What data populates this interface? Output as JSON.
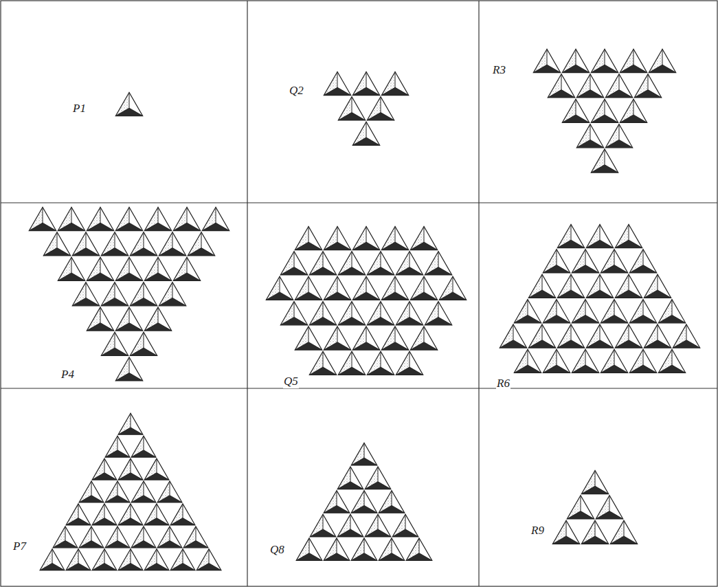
{
  "diagram": {
    "labels": [
      "P1",
      "Q2",
      "R3",
      "P4",
      "Q5",
      "R6",
      "P7",
      "Q8",
      "R9"
    ]
  }
}
